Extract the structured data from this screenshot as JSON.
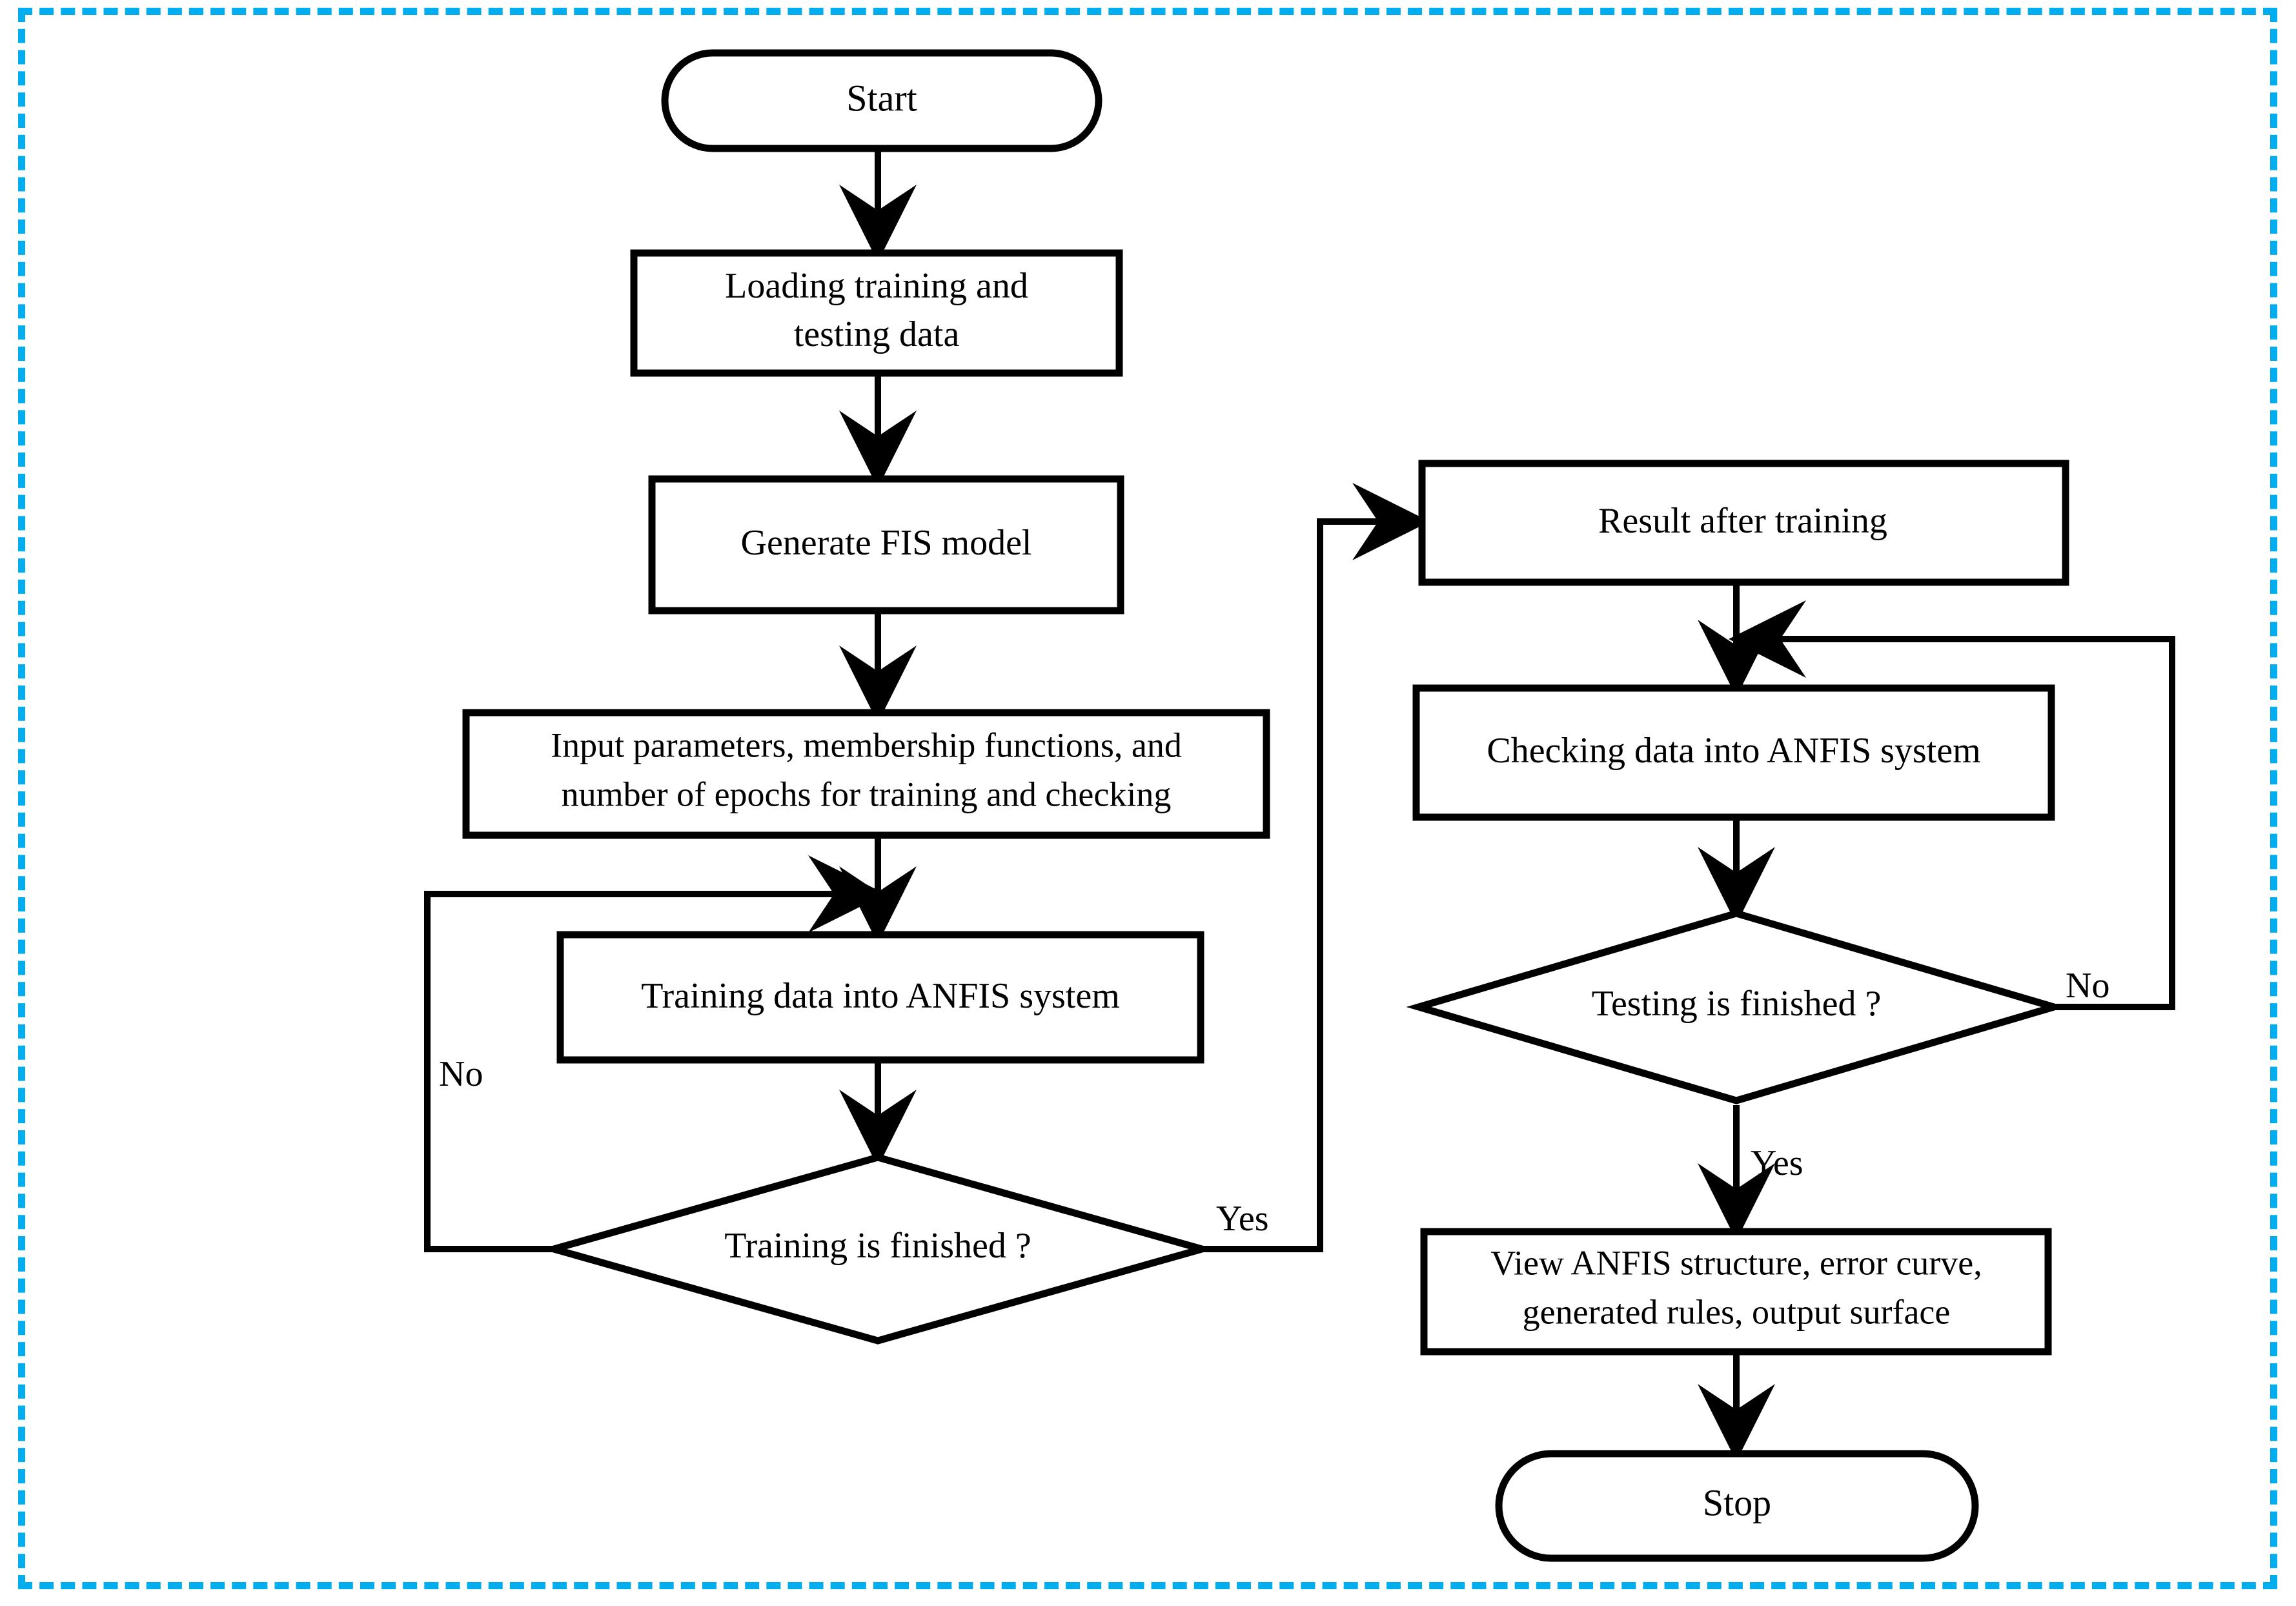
{
  "diagram": {
    "title": "ANFIS training and testing flowchart",
    "border_color": "#00AEEF",
    "line_color": "#000000",
    "background": "#ffffff",
    "nodes": [
      {
        "id": "start",
        "type": "terminator",
        "label": "Start"
      },
      {
        "id": "loading",
        "type": "process",
        "label_line1": "Loading training and",
        "label_line2": "testing data"
      },
      {
        "id": "generate_fis",
        "type": "process",
        "label": "Generate FIS model"
      },
      {
        "id": "input_params",
        "type": "process",
        "label_line1": "Input parameters, membership functions, and",
        "label_line2": "number of epochs for training and checking"
      },
      {
        "id": "training_data",
        "type": "process",
        "label": "Training data into ANFIS system"
      },
      {
        "id": "training_q",
        "type": "decision",
        "label": "Training is finished ?"
      },
      {
        "id": "result",
        "type": "process",
        "label": "Result after training"
      },
      {
        "id": "checking_data",
        "type": "process",
        "label": "Checking data into ANFIS system"
      },
      {
        "id": "testing_q",
        "type": "decision",
        "label": "Testing is finished ?"
      },
      {
        "id": "view_anfis",
        "type": "process",
        "label_line1": "View ANFIS structure, error curve,",
        "label_line2": "generated rules, output surface"
      },
      {
        "id": "stop",
        "type": "terminator",
        "label": "Stop"
      }
    ],
    "edge_labels": {
      "training_no": "No",
      "training_yes": "Yes",
      "testing_no": "No",
      "testing_yes": "Yes"
    }
  }
}
